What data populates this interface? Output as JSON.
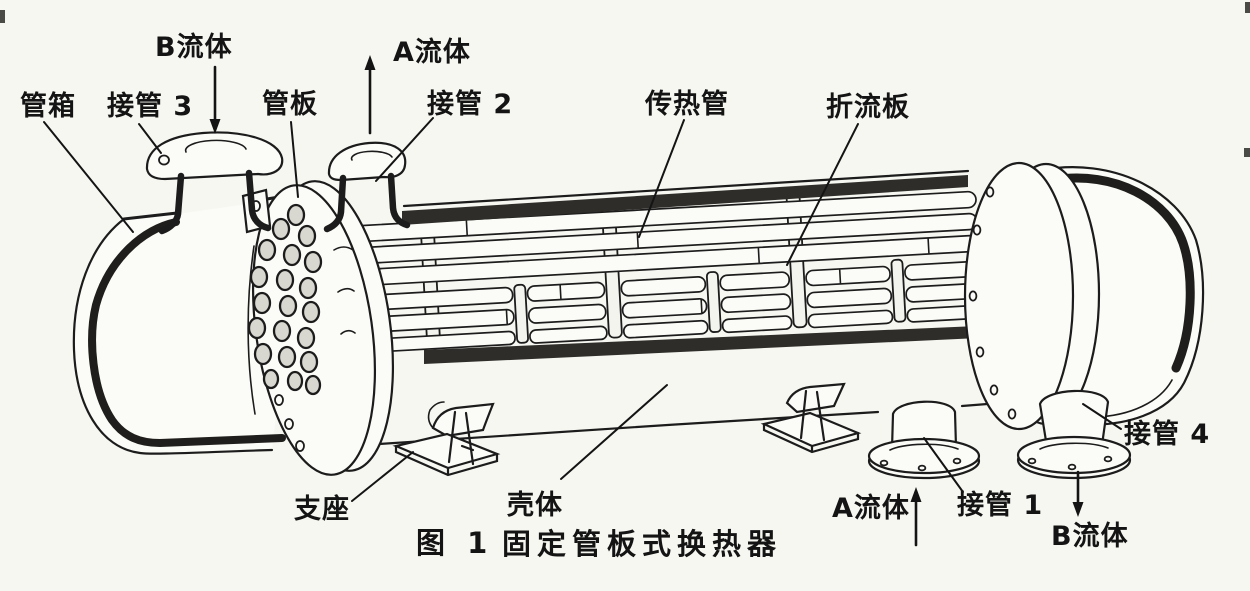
{
  "figure_caption": {
    "number": "图 1",
    "title": "固定管板式换热器"
  },
  "labels": {
    "tube_box": "管箱",
    "nozzle_3": "接管 3",
    "fluid_b_inlet": "B流体",
    "tube_sheet": "管板",
    "fluid_a_outlet": "A流体",
    "nozzle_2": "接管 2",
    "heat_transfer_tube": "传热管",
    "baffle_plate": "折流板",
    "nozzle_4": "接管 4",
    "saddle_support": "支座",
    "shell_body": "壳体",
    "fluid_a_inlet": "A流体",
    "nozzle_1": "接管 1",
    "fluid_b_outlet": "B流体"
  },
  "colors": {
    "ink": "#1c1c1c",
    "paper": "#f7f7f2",
    "cut_band": "#2e2d29"
  }
}
